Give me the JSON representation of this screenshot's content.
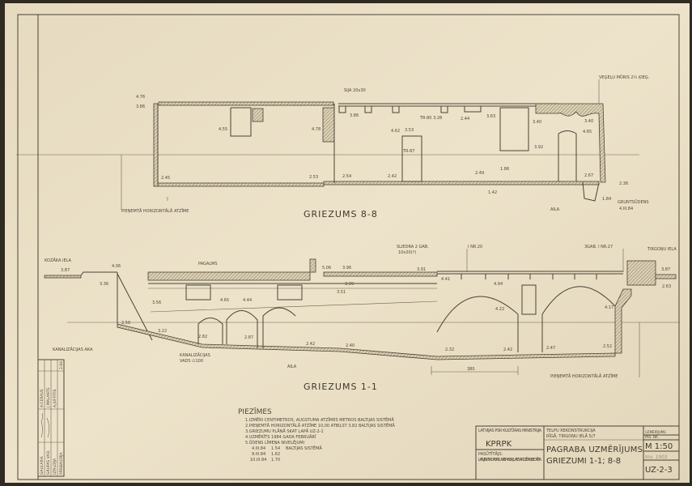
{
  "section_8_8": {
    "title": "GRIEZUMS 8-8",
    "labels": {
      "datum": "PIEŅEMTĀ HORIZONTĀLĀ ATZĪME",
      "beam": "SIJA 20x30",
      "wall": "VEĢEĻU MŪRIS 2½ ĶIEĢ.",
      "groundwater": "GRUNTSŪDENS",
      "groundwater_date": "4.III.84",
      "opening": "AILA",
      "door": "TR-87"
    },
    "elevations": [
      "4.76",
      "3.86",
      "2.45",
      "4.55",
      "4.78",
      "2.53",
      "3.86",
      "2.54",
      "4.62",
      "2.42",
      "3.53",
      "TR-80 3.28",
      "2.44",
      "3.63",
      "2.49",
      "1.86",
      "1.42",
      "3.40",
      "3.92",
      "3.40",
      "4.65",
      "2.67",
      "2.36",
      "1.84"
    ]
  },
  "section_1_1": {
    "title": "GRIEZUMS 1-1",
    "labels": {
      "street_left": "KOZĀKA IELA",
      "courtyard": "PAGALMS",
      "manhole": "KANALIZĀCIJAS AKA",
      "sewer_1": "KANALIZĀCIJAS",
      "sewer_2": "VADS ∅100",
      "opening": "AILA",
      "rails_1": "SLIEDRA 2 GAB.",
      "rails_2": "10x20(?)",
      "ibeam": "I NR.20",
      "ibeams": "3GAB. I NR.27",
      "street_right": "TIRGOŅU IELA",
      "datum": "PIEŅEMTĀ HORIZONTĀLĀ ATZĪME",
      "span": "380"
    },
    "elevations": [
      "3.87",
      "4.06",
      "3.36",
      "2.56",
      "3.22",
      "3.56",
      "4.65",
      "4.44",
      "2.82",
      "2.87",
      "2.42",
      "2.40",
      "5.06",
      "3.96",
      "3.99",
      "3.51",
      "3.91",
      "4.41",
      "4.94",
      "2.32",
      "2.42",
      "4.22",
      "4.17",
      "2.47",
      "2.52",
      "3.87",
      "2.63"
    ]
  },
  "notes": {
    "heading": "PIEZĪMES",
    "items": [
      "1.IZMĒRI CENTIMETROS, AUGSTUMA ATZĪMES METROS BALTIJAS SISTĒMĀ",
      "2.PIEŅEMTĀ HORIZONTĀLĀ ATZĪME 10,00 ATBILST 3.82 BALTIJAS SISTĒMĀ",
      "3.GRIEZUMU PLĀNĀ SKAT LAPĀ UZ-2-1",
      "4.UZMĒRĪTS 1984 GADA FEBRUĀRĪ",
      "5.ŪDENS LĪMEŅA NIVELĒJUMI"
    ],
    "levels": [
      {
        "date": "4.III.84",
        "value": "1.54",
        "note": "BALTIJAS SISTĒMĀ"
      },
      {
        "date": "9.III.84",
        "value": "1.62",
        "note": ""
      },
      {
        "date": "10.III.84",
        "value": "1.70",
        "note": ""
      }
    ]
  },
  "title_block": {
    "ministry": "LATVIJAS PSR KULTŪRAS MINISTRIJA",
    "org": "KPRPK",
    "client_label": "PASŪTĪTĀJS:",
    "client": "LATVIJAS PSR DABAS UN PIEMINEKĻU AIZSARDZĪBAS BIEDRĪBA",
    "project_1": "TELPU REKONSTRUKCIJA",
    "project_2": "RĪGĀ, TIRGOŅU IELĀ 5/7",
    "sheet_title_1": "PAGRABA UZMĒRĪJUMS",
    "sheet_title_2": "GRIEZUMI 1-1; 8-8",
    "stage_label": "UZMĒRĪJUMS",
    "scale_label": "PAS. NR.",
    "scale": "M 1:50",
    "inv": "Inv. 1903",
    "sheet_no": "UZ-2-3"
  },
  "stamp": {
    "roles": [
      "GALV.ARH.",
      "GRUPAS VAD.",
      "IZPILDĪJA",
      "PĀRBAUDĪJA"
    ],
    "names": [
      "A.CERAUS",
      "J.MALANTS",
      "A.JUFFITIS"
    ],
    "date": "2.84"
  }
}
